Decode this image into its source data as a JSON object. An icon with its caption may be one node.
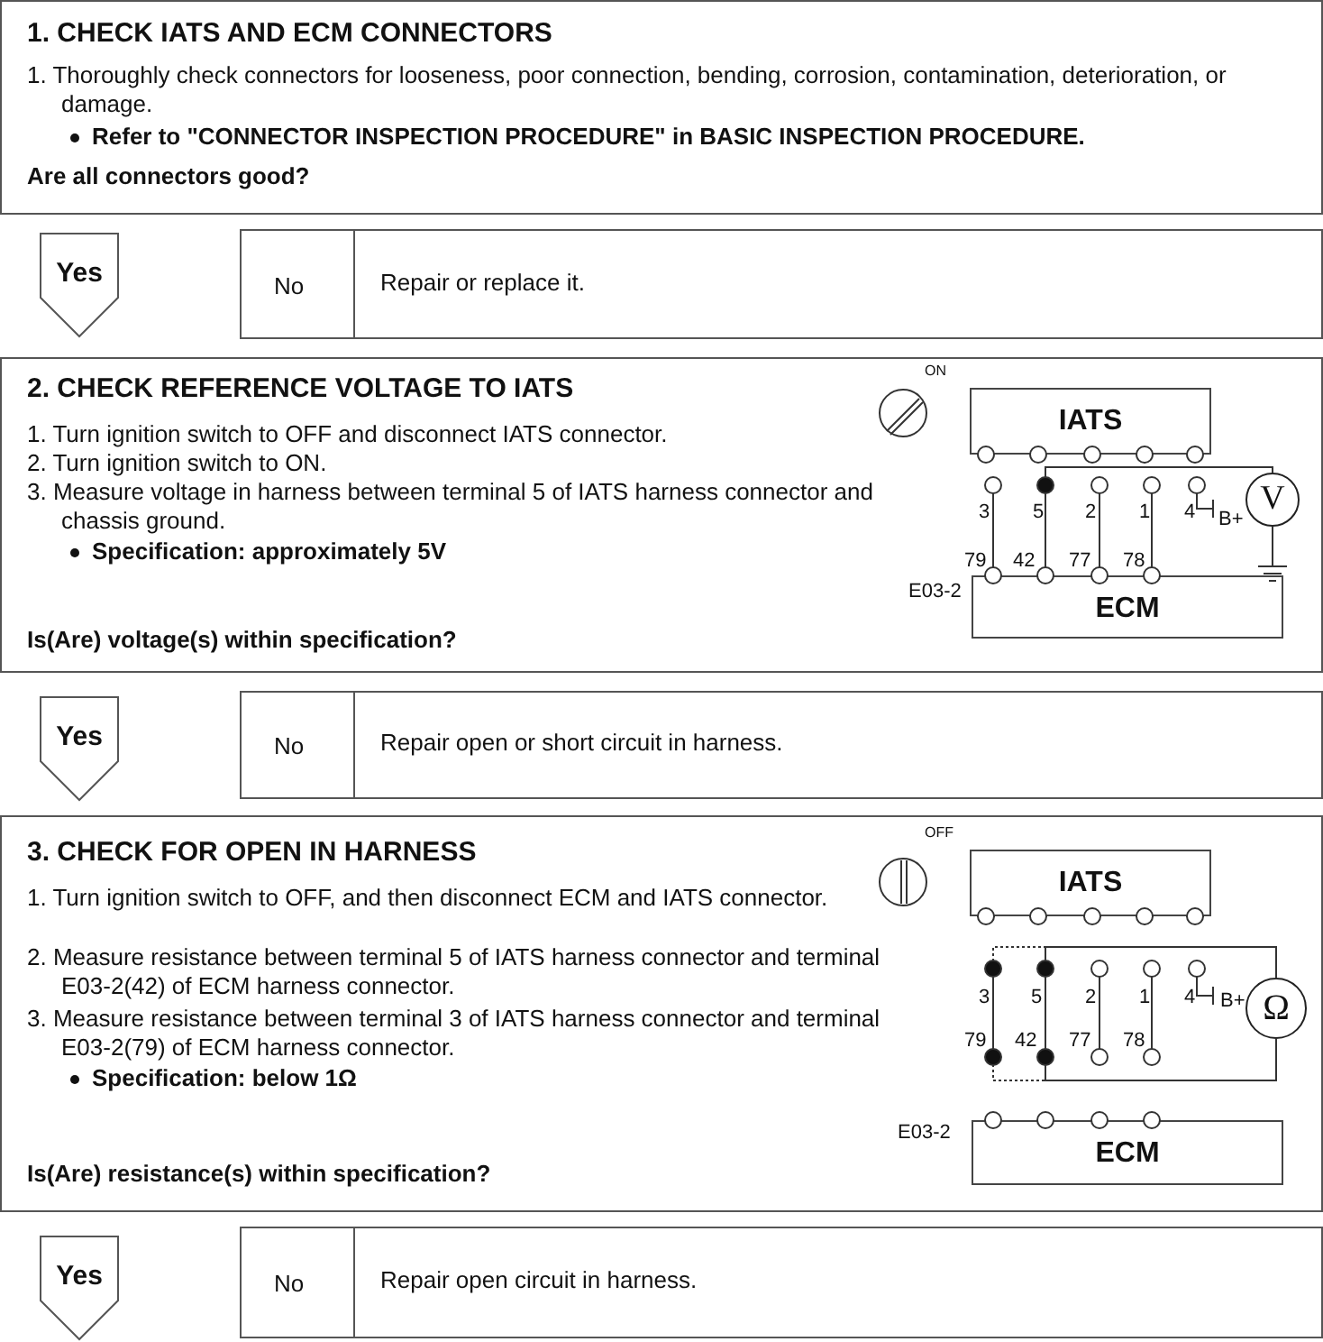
{
  "diagram": {
    "nodes": [
      {
        "text": [
          "1. CHECK IATS AND ECM CONNECTORS",
          "1. Thoroughly check connectors for looseness, poor connection, bending, corrosion, contamination, deterioration, or damage.",
          "Refer to \"CONNECTOR INSPECTION PROCEDURE\" in BASIC INSPECTION PROCEDURE.",
          "Are all connectors good?"
        ]
      },
      {
        "text": [
          "Yes"
        ]
      },
      {
        "text": [
          "No",
          "Repair or replace it."
        ]
      },
      {
        "text": [
          "2. CHECK REFERENCE VOLTAGE TO IATS",
          "1. Turn ignition switch to OFF and disconnect IATS connector.",
          "2. Turn ignition switch to ON.",
          "3. Measure voltage in harness between terminal 5 of IATS harness connector and chassis ground.",
          "Specification: approximately 5V",
          "Is(Are) voltage(s) within specification?"
        ]
      },
      {
        "text": [
          "IATS"
        ],
        "in": 3
      },
      {
        "text": [
          "ECM"
        ],
        "in": 3
      },
      {
        "text": [
          "V"
        ],
        "in": 3
      },
      {
        "text": [
          "Yes"
        ]
      },
      {
        "text": [
          "No",
          "Repair open or short circuit in harness."
        ]
      },
      {
        "text": [
          "3. CHECK FOR OPEN IN HARNESS",
          "1. Turn ignition switch to OFF, and then disconnect ECM and IATS connector.",
          "2. Measure resistance between terminal 5 of IATS harness connector and terminal E03-2(42) of ECM harness connector.",
          "3. Measure resistance between terminal 3 of IATS harness connector and terminal E03-2(79) of ECM harness connector.",
          "Specification: below 1Ω",
          "Is(Are) resistance(s) within specification?"
        ]
      },
      {
        "text": [
          "IATS"
        ],
        "in": 9
      },
      {
        "text": [
          "ECM"
        ],
        "in": 9
      },
      {
        "text": [
          "Ω"
        ],
        "in": 9
      },
      {
        "text": [
          "Yes"
        ]
      },
      {
        "text": [
          "No",
          "Repair open circuit in harness."
        ]
      }
    ],
    "labels": [
      "ON",
      "3",
      "5",
      "2",
      "1",
      "4",
      "B+",
      "79",
      "42",
      "77",
      "78",
      "E03-2",
      "OFF",
      "3",
      "5",
      "2",
      "1",
      "4",
      "B+",
      "79",
      "42",
      "77",
      "78",
      "E03-2"
    ]
  }
}
